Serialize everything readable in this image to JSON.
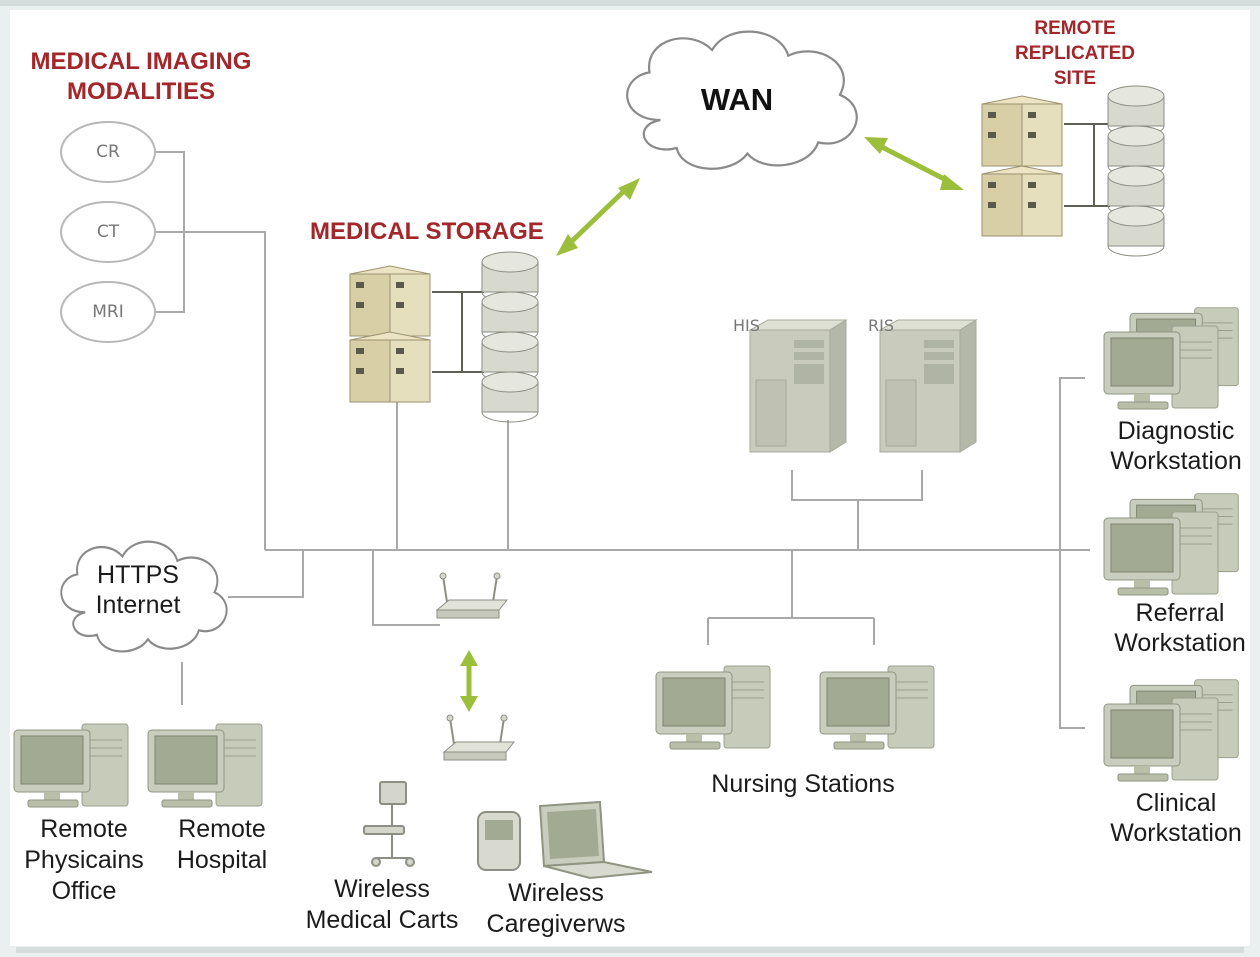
{
  "diagram": {
    "modalities": {
      "title_line1": "MEDICAL IMAGING",
      "title_line2": "MODALITIES",
      "items": [
        "CR",
        "CT",
        "MRI"
      ]
    },
    "storage": {
      "title": "MEDICAL STORAGE"
    },
    "wan": {
      "label": "WAN"
    },
    "remote_site": {
      "line1": "REMOTE",
      "line2": "REPLICATED",
      "line3": "SITE"
    },
    "servers": {
      "his": "HIS",
      "ris": "RIS"
    },
    "workstations": {
      "diagnostic": {
        "line1": "Diagnostic",
        "line2": "Workstation"
      },
      "referral": {
        "line1": "Referral",
        "line2": "Workstation"
      },
      "clinical": {
        "line1": "Clinical",
        "line2": "Workstation"
      }
    },
    "internet": {
      "line1": "HTTPS",
      "line2": "Internet"
    },
    "remote_physicians": {
      "line1": "Remote",
      "line2": "Physicains",
      "line3": "Office"
    },
    "remote_hospital": {
      "line1": "Remote",
      "line2": "Hospital"
    },
    "wireless_carts": {
      "line1": "Wireless",
      "line2": "Medical Carts"
    },
    "wireless_caregivers": {
      "line1": "Wireless",
      "line2": "Caregiverws"
    },
    "nursing": {
      "label": "Nursing Stations"
    }
  },
  "colors": {
    "heading_red": "#a2262a",
    "arrow_green": "#9bbf3a",
    "wire_gray": "#a9a9a9",
    "monitor_green": "#a3aa94",
    "storage_beige": "#d8cfa6"
  }
}
